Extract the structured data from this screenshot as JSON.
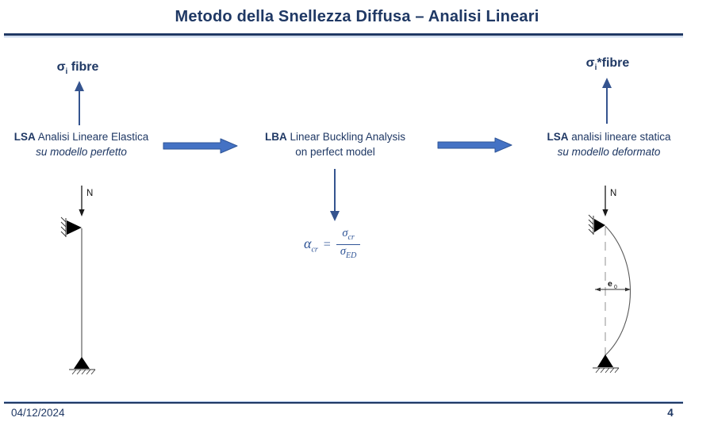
{
  "title": "Metodo della Snellezza Diffusa – Analisi Lineari",
  "outputs": {
    "left": {
      "base": "σ",
      "sub": "i",
      "suffix": " fibre"
    },
    "right": {
      "base": "σ",
      "sub": "i",
      "suffix": "*fibre"
    }
  },
  "blocks": {
    "left": {
      "tag": "LSA",
      "line1": " Analisi Lineare Elastica",
      "line2_italic": "su modello perfetto"
    },
    "middle": {
      "tag": "LBA",
      "line1": " Linear Buckling Analysis",
      "line2": "on perfect model"
    },
    "right": {
      "tag": "LSA",
      "line1": " analisi lineare statica",
      "line2_italic": "su modello deformato"
    }
  },
  "formula": {
    "lhs": "α",
    "lhs_sub": "cr",
    "eq": "=",
    "num": "σ",
    "num_sub": "cr",
    "den": "σ",
    "den_sub": "ED"
  },
  "diagrams": {
    "left": {
      "load_label": "N"
    },
    "right": {
      "load_label": "N",
      "ecc_label": "e",
      "ecc_sub": "0"
    }
  },
  "footer": {
    "date": "04/12/2024",
    "page": "4"
  },
  "colors": {
    "navy": "#1F3864",
    "formula_blue": "#2F5496",
    "arrow_fill": "#4472C4",
    "arrow_stroke": "#2F5597",
    "thin_arrow": "#35548F"
  }
}
